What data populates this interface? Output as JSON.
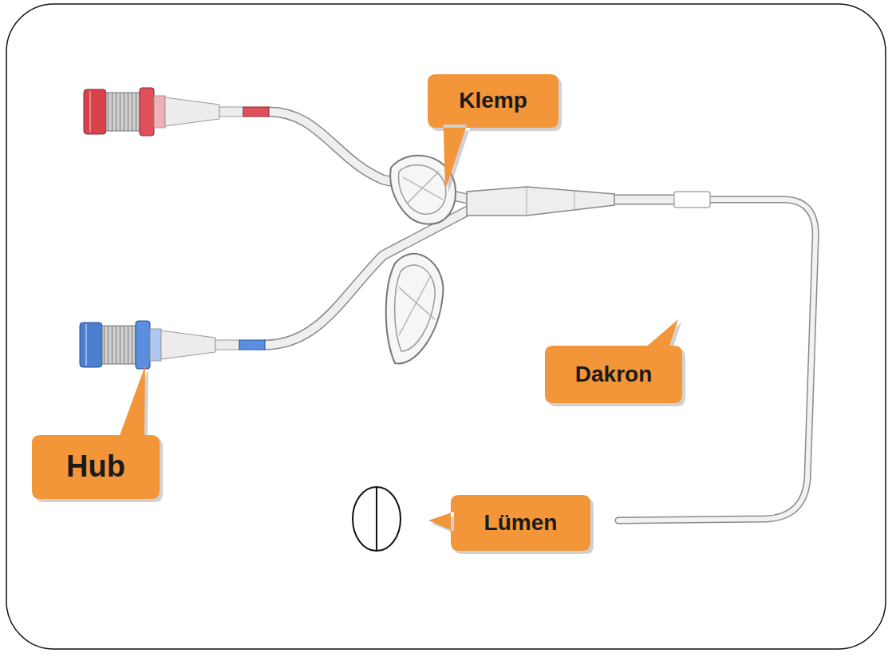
{
  "diagram": {
    "nodes": [
      {
        "text": [
          "Klemp"
        ]
      },
      {
        "text": [
          "Dakron"
        ]
      },
      {
        "text": [
          "Hub"
        ]
      },
      {
        "text": [
          "Lümen"
        ]
      }
    ]
  }
}
